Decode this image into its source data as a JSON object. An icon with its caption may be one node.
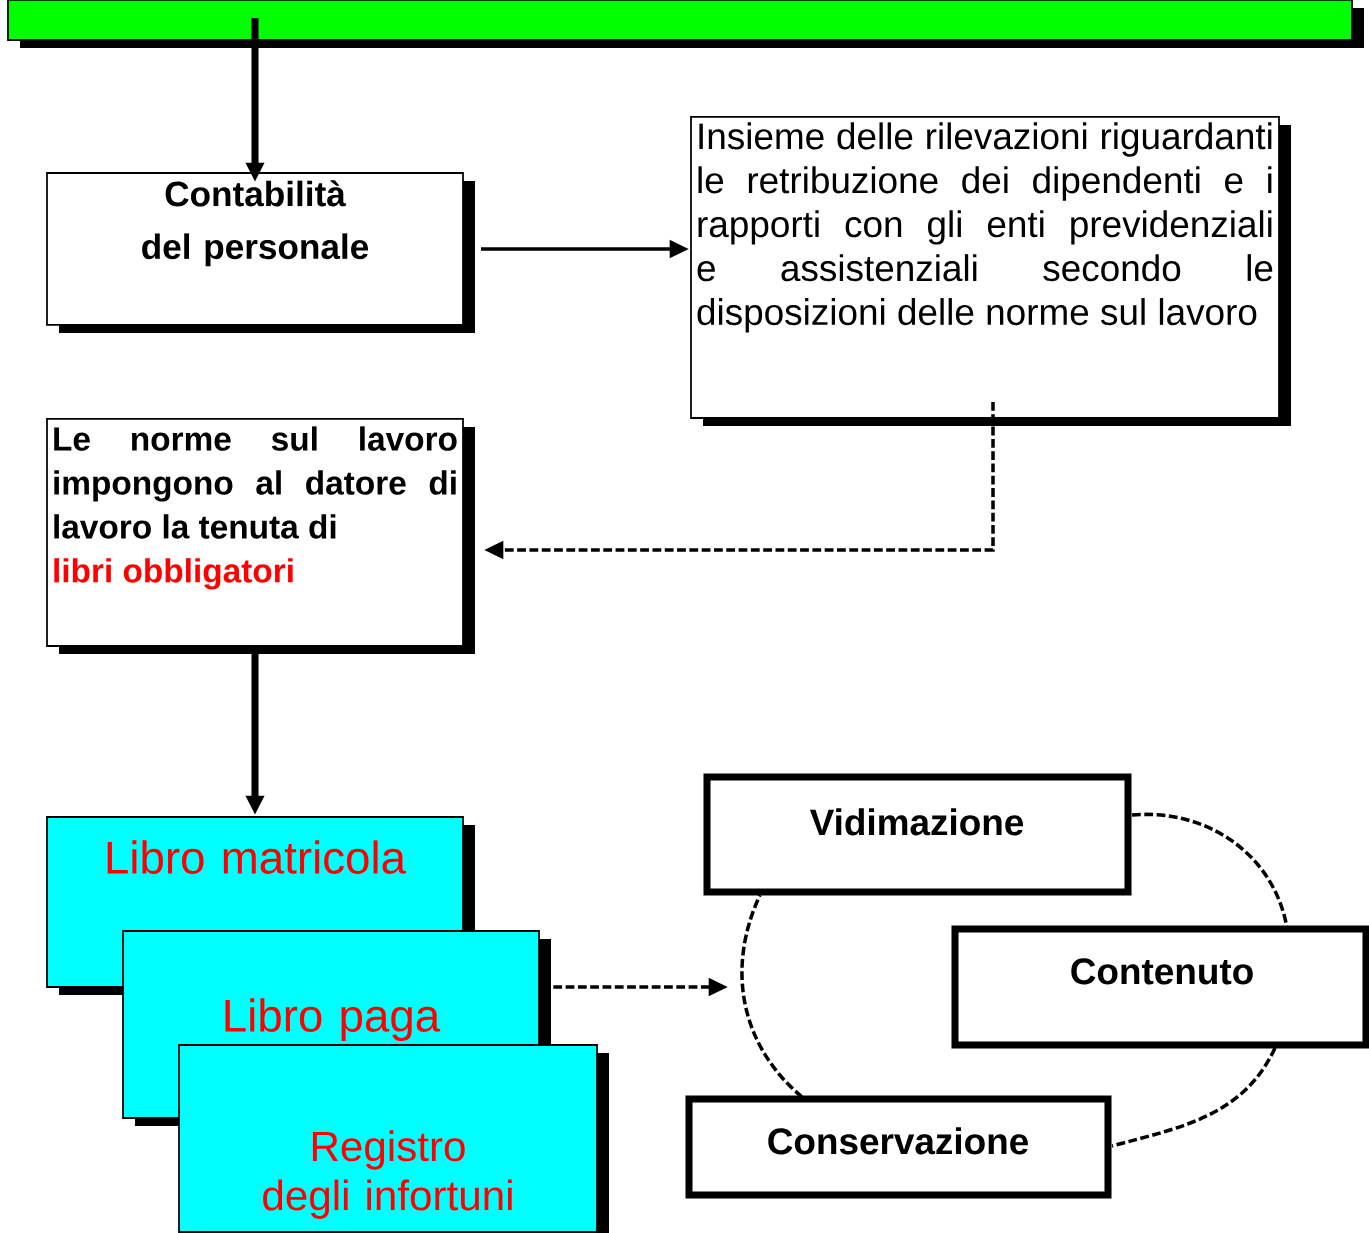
{
  "diagram": {
    "nodes": [
      {
        "text": [],
        "shape": "bar"
      },
      {
        "text": [
          "Contabilità del personale"
        ]
      },
      {
        "text": [
          "Insieme delle rilevazioni riguardanti le retribuzione dei dipendenti e i rapporti con gli enti previdenziali e assistenziali secondo le disposizioni delle norme sul lavoro"
        ]
      },
      {
        "text": [
          "Le norme sul lavoro impongono al datore di lavoro la tenuta di",
          "libri obbligatori"
        ]
      },
      {
        "text": [
          "Libro matricola"
        ]
      },
      {
        "text": [
          "Libro paga"
        ]
      },
      {
        "text": [
          "Registro degli infortuni"
        ]
      },
      {
        "text": [
          "Vidimazione"
        ]
      },
      {
        "text": [
          "Contenuto"
        ]
      },
      {
        "text": [
          "Conservazione"
        ]
      }
    ],
    "edges": [
      {
        "from": 0,
        "to": 1,
        "arrow": "to",
        "style": "thick"
      },
      {
        "from": 1,
        "to": 2,
        "arrow": "to"
      },
      {
        "from": 2,
        "to": 3,
        "arrow": "to",
        "style": "dashed"
      },
      {
        "from": 3,
        "to": 4,
        "arrow": "to",
        "style": "thick"
      },
      {
        "from": 5,
        "to": null,
        "arrow": "to",
        "style": "dashed"
      },
      {
        "from": 7,
        "to": 8,
        "arrow": "none",
        "style": "dashed"
      },
      {
        "from": 8,
        "to": 9,
        "arrow": "none",
        "style": "dashed"
      },
      {
        "from": 9,
        "to": 7,
        "arrow": "none",
        "style": "dashed"
      }
    ]
  }
}
